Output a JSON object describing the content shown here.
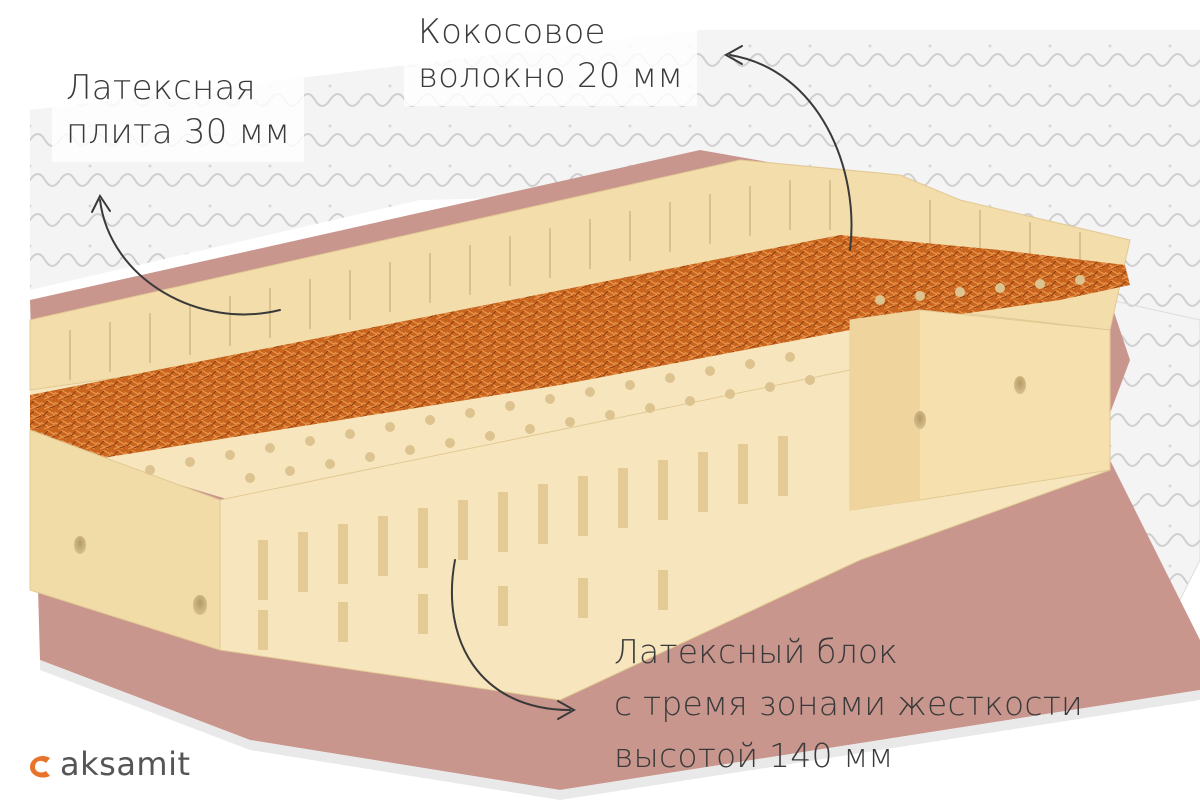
{
  "labels": {
    "latex_plate": [
      "Латексная",
      "плита 30 мм"
    ],
    "coconut_fiber": [
      "Кокосовое",
      "волокно 20 мм"
    ],
    "latex_block": [
      "Латексный блок",
      "с тремя зонами жесткости",
      "высотой 140 мм"
    ]
  },
  "brand": {
    "name": "aksamit",
    "accent_color": "#e8742b"
  },
  "colors": {
    "latex": "#f7e6bd",
    "latex_shade": "#e6cf9c",
    "coconut": "#c8641e",
    "base_cover": "#c9968e",
    "quilted_cover": "#f3f3f3",
    "text": "#3a3a3a"
  }
}
